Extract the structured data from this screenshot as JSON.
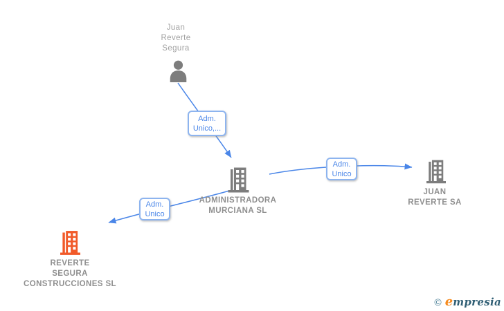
{
  "diagram": {
    "nodes": {
      "person": {
        "type": "person",
        "name_lines": [
          "Juan",
          "Reverte",
          "Segura"
        ]
      },
      "administradora": {
        "type": "company",
        "name_lines": [
          "ADMINISTRADORA",
          "MURCIANA SL"
        ]
      },
      "juan_reverte_sa": {
        "type": "company",
        "name_lines": [
          "JUAN",
          "REVERTE SA"
        ]
      },
      "reverte_segura": {
        "type": "company",
        "highlighted": true,
        "name_lines": [
          "REVERTE",
          "SEGURA",
          "CONSTRUCCIONES SL"
        ]
      }
    },
    "edges": [
      {
        "from": "Juan Reverte Segura",
        "to": "ADMINISTRADORA MURCIANA SL",
        "label_lines": [
          "Adm.",
          "Unico,..."
        ]
      },
      {
        "from": "ADMINISTRADORA MURCIANA SL",
        "to": "JUAN REVERTE SA",
        "label_lines": [
          "Adm.",
          "Unico"
        ]
      },
      {
        "from": "ADMINISTRADORA MURCIANA SL",
        "to": "REVERTE SEGURA CONSTRUCCIONES SL",
        "label_lines": [
          "Adm.",
          "Unico"
        ]
      }
    ]
  },
  "colors": {
    "edge_blue": "#4a86e8",
    "edge_label_border": "#8db4ef",
    "edge_label_text": "#4a86e8",
    "node_text_gray": "#8f8f8f",
    "icon_gray": "#7d7d7d",
    "icon_orange": "#f15a29",
    "logo_teal": "#2f5e74",
    "logo_orange": "#f68b1f"
  },
  "footer": {
    "copyright_symbol": "©",
    "brand_first_letter": "e",
    "brand_rest": "mpresia"
  }
}
